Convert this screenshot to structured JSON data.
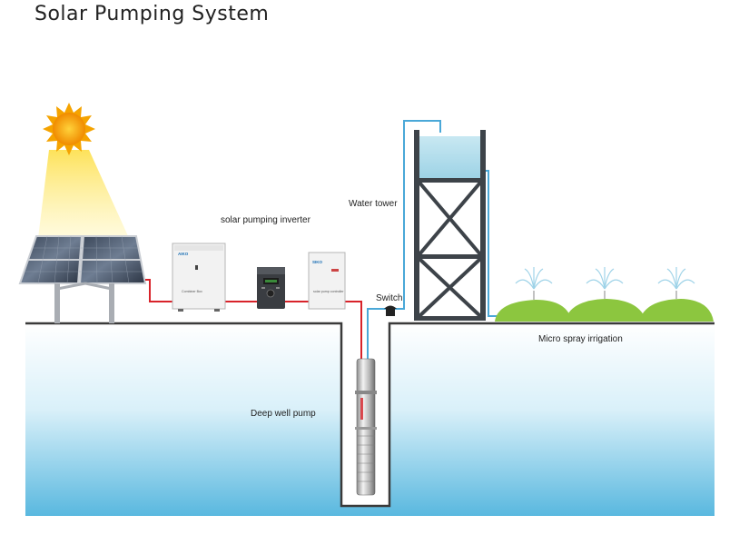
{
  "title": "Solar Pumping System",
  "labels": {
    "inverter": "solar pumping inverter",
    "water_tower": "Water tower",
    "switch": "Switch",
    "micro_spray": "Micro spray irrigation",
    "deep_well_pump": "Deep well pump"
  },
  "devices": {
    "combiner_brand": "AIKO",
    "combiner_text": "Combiner Box",
    "controller_brand": "SIKO",
    "controller_text": "solar pump controller"
  },
  "colors": {
    "sky_blue": "#5ab9e0",
    "ground_line": "#3a3a3a",
    "water_pipe": "#4aa8d8",
    "power_cable": "#d8232a",
    "tower_frame": "#3d4349",
    "grass": "#8cc63f",
    "sun": "#f5a300"
  }
}
